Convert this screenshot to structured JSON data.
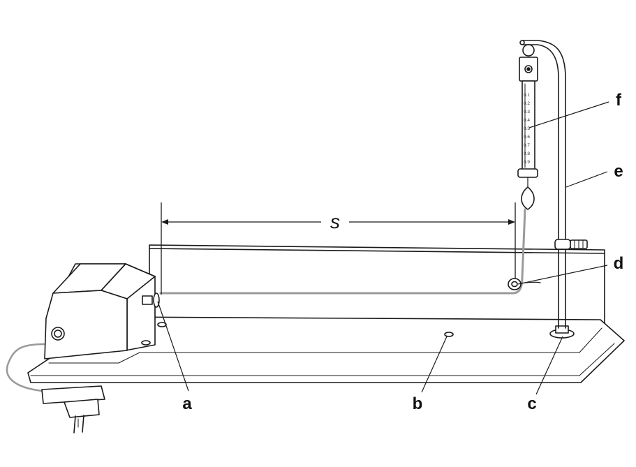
{
  "diagram": {
    "labels": {
      "a": "a",
      "b": "b",
      "c": "c",
      "d": "d",
      "e": "e",
      "f": "f"
    },
    "distance_label": "s",
    "scale_ticks": [
      "0.1",
      "0.2",
      "0.3",
      "0.4",
      "0.5",
      "0.6",
      "0.7",
      "0.8",
      "0.9"
    ],
    "colors": {
      "line": "#1a1a1a",
      "string": "#9a9a9a",
      "fill": "#ffffff"
    }
  }
}
